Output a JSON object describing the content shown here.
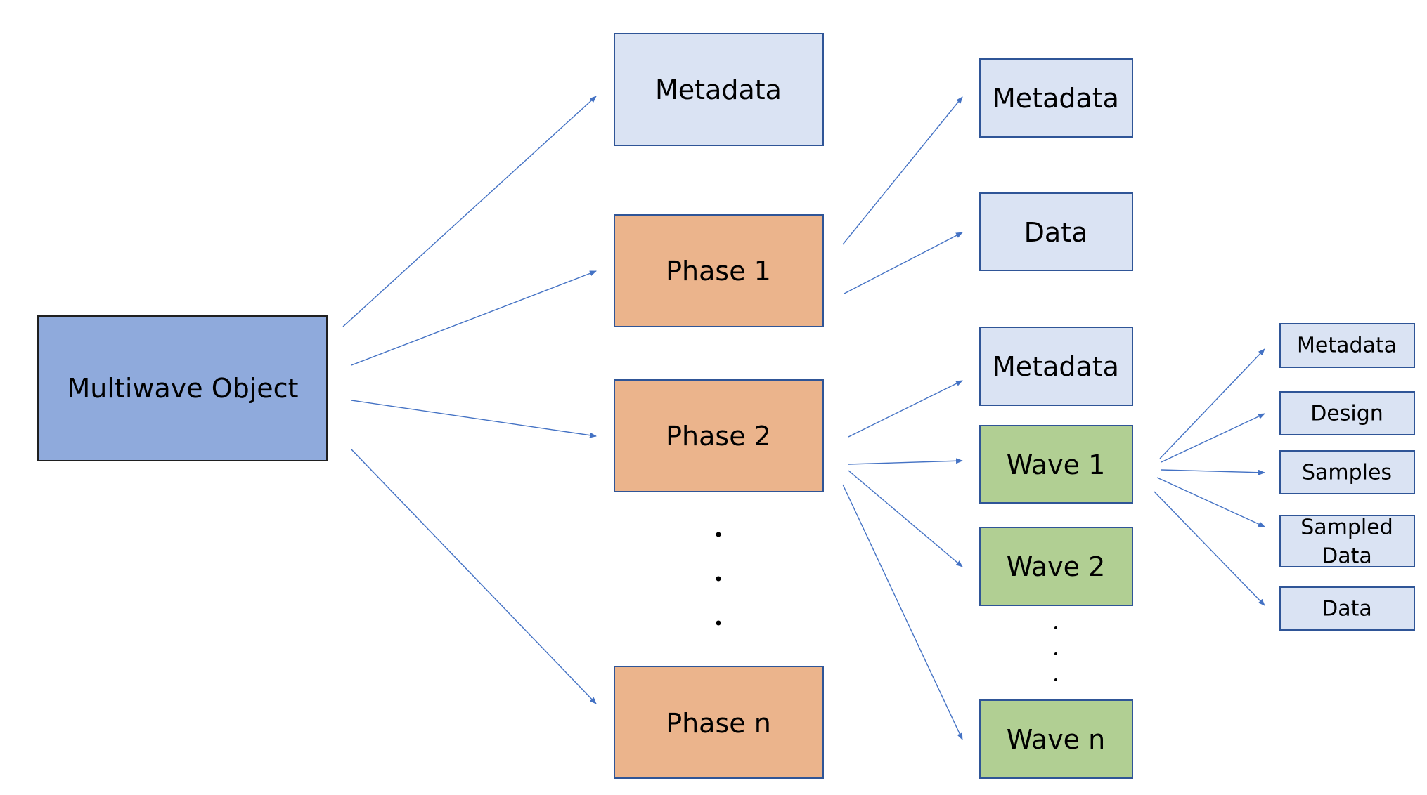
{
  "colors": {
    "root_fill": "#8faadc",
    "root_stroke": "#1f1f1f",
    "metadata_fill": "#dae3f3",
    "metadata_stroke": "#2f5597",
    "phase_fill": "#ebb48c",
    "phase_stroke": "#2f5597",
    "wave_fill": "#b1cf93",
    "wave_stroke": "#2f5597",
    "arrow": "#4472c4"
  },
  "diagram": {
    "root": {
      "label": "Multiwave Object"
    },
    "level1": {
      "metadata": "Metadata",
      "phase_1": "Phase 1",
      "phase_2": "Phase 2",
      "phase_n": "Phase n"
    },
    "phase1_children": {
      "metadata": "Metadata",
      "data": "Data"
    },
    "phase2_children": {
      "metadata": "Metadata",
      "wave_1": "Wave 1",
      "wave_2": "Wave 2",
      "wave_n": "Wave n"
    },
    "wave1_children": {
      "metadata": "Metadata",
      "design": "Design",
      "samples": "Samples",
      "sampled_data_line1": "Sampled",
      "sampled_data_line2": "Data",
      "data": "Data"
    },
    "ellipsis": "…"
  }
}
